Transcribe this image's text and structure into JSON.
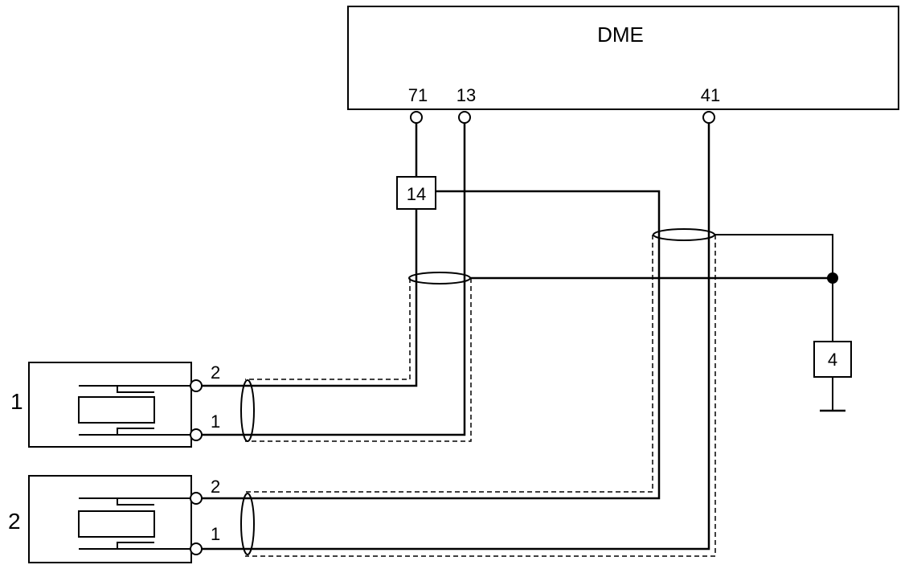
{
  "ecu": {
    "label": "DME",
    "pins": [
      "71",
      "13",
      "41"
    ]
  },
  "module_14": {
    "label": "14"
  },
  "module_4": {
    "label": "4"
  },
  "sensor_1": {
    "label": "1",
    "pin_top": "2",
    "pin_bottom": "1"
  },
  "sensor_2": {
    "label": "2",
    "pin_top": "2",
    "pin_bottom": "1"
  }
}
